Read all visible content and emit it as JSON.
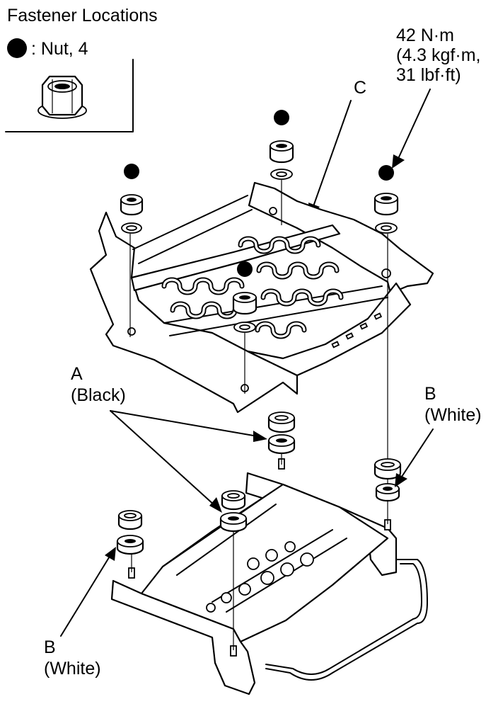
{
  "title": "Fastener Locations",
  "legend": {
    "label": ": Nut, 4",
    "marker_color": "#000000",
    "icon": "flange-nut-icon"
  },
  "torque": {
    "line1": "42 N·m",
    "line2": "(4.3 kgf·m,",
    "line3": "31 lbf·ft)"
  },
  "callouts": {
    "c": "C",
    "a_letter": "A",
    "a_color": "(Black)",
    "b_right_letter": "B",
    "b_right_color": "(White)",
    "b_left_letter": "B",
    "b_left_color": "(White)"
  },
  "parts": {
    "upper": "seat-cushion-frame",
    "lower": "seat-track-frame",
    "marker": "nut-location-dot",
    "bushing": "bushing"
  }
}
